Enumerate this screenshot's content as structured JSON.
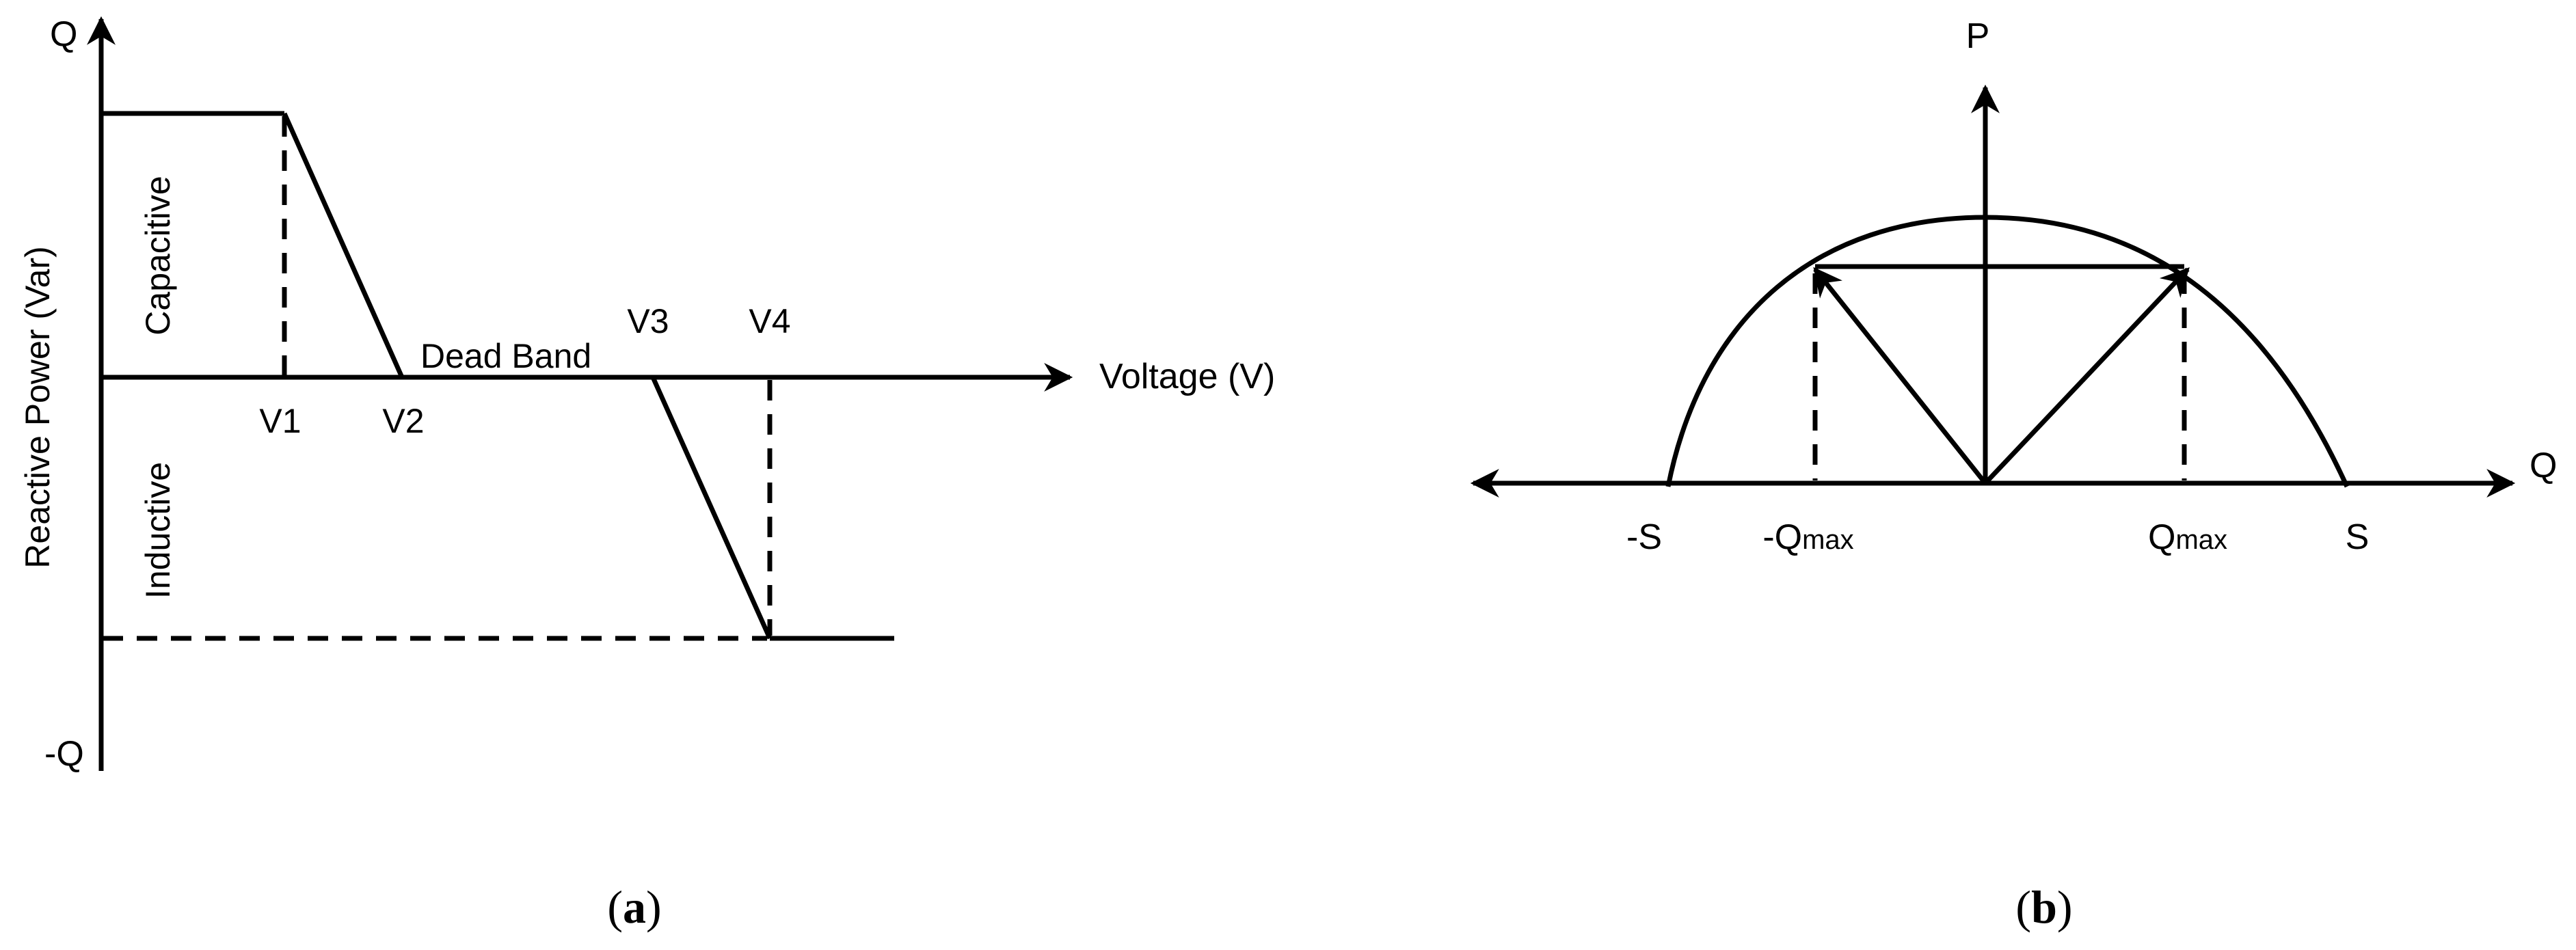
{
  "panel_a": {
    "axis_y_top": "Q",
    "axis_y_bottom": "-Q",
    "axis_y_title": "Reactive Power (Var)",
    "axis_x_title": "Voltage (V)",
    "region_capacitive": "Capacitive",
    "region_inductive": "Inductive",
    "dead_band": "Dead Band",
    "v1": "V1",
    "v2": "V2",
    "v3": "V3",
    "v4": "V4",
    "caption_open": "(",
    "caption_letter": "a",
    "caption_close": ")"
  },
  "panel_b": {
    "axis_p": "P",
    "axis_q": "Q",
    "neg_s": "-S",
    "neg_qmax_prefix": "-Q",
    "neg_qmax_sub": "max",
    "qmax_prefix": "Q",
    "qmax_sub": "max",
    "s": "S",
    "caption_open": "(",
    "caption_letter": "b",
    "caption_close": ")"
  },
  "colors": {
    "stroke": "#000000",
    "background": "#ffffff"
  }
}
